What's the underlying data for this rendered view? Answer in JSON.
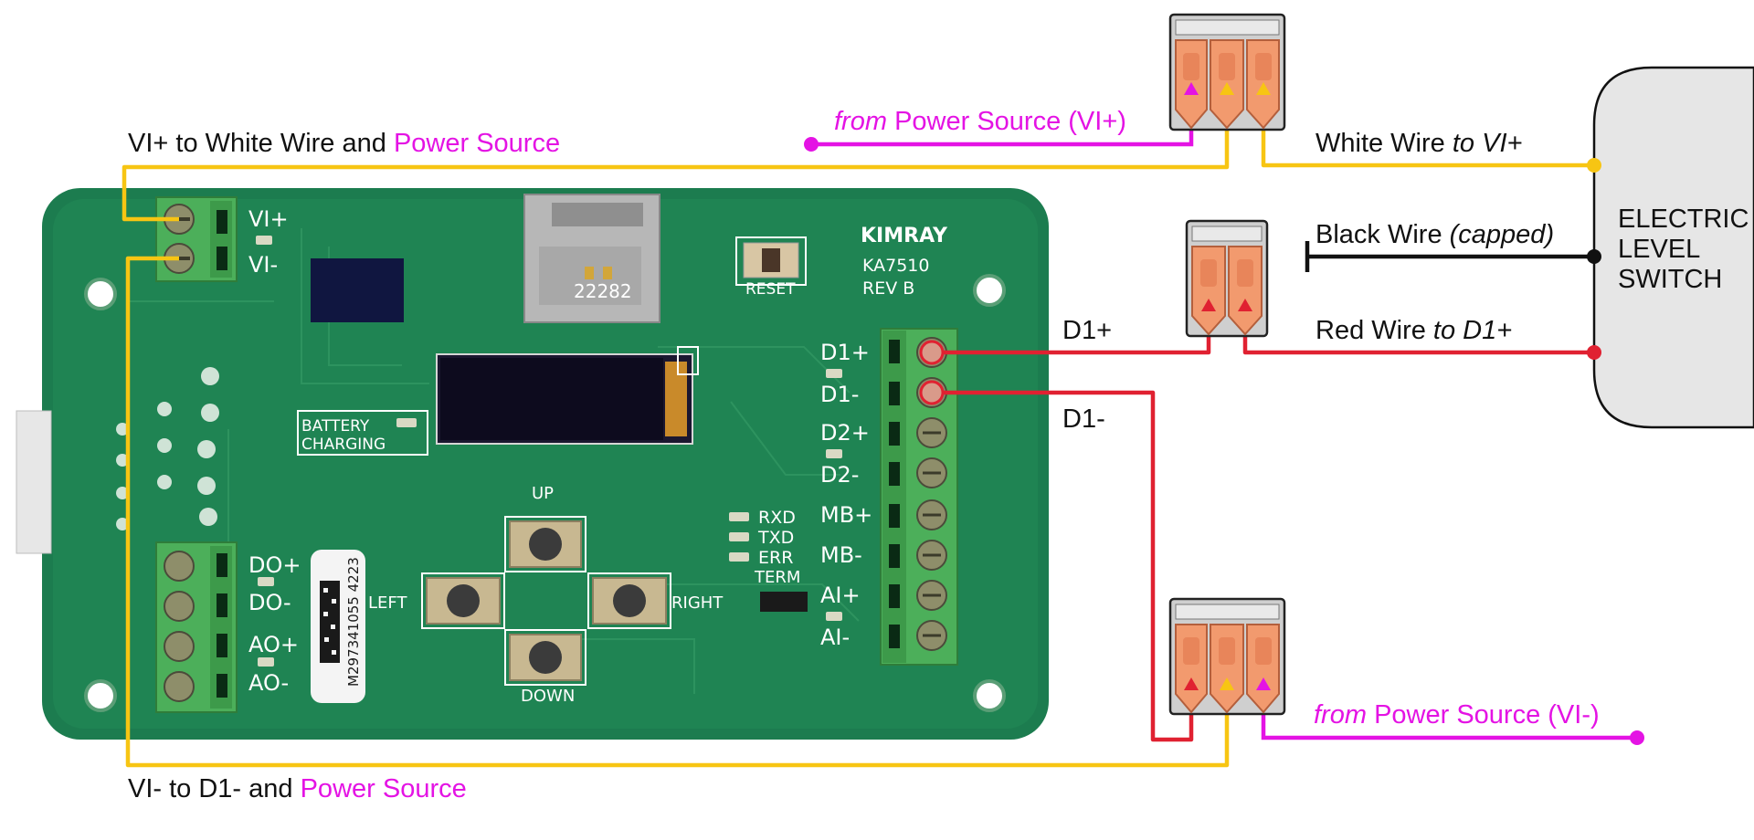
{
  "labels": {
    "vi_plus_label": "VI+ to White Wire and",
    "vi_plus_power": "Power Source",
    "vi_minus_label": "VI- to D1- and",
    "vi_minus_power": "Power Source",
    "from_top": "from",
    "power_source_vi_plus": "Power Source (VI+)",
    "from_bottom": "from",
    "power_source_vi_minus": "Power Source (VI-)",
    "white_wire": "White Wire",
    "white_wire_to": "to VI+",
    "black_wire": "Black Wire",
    "black_wire_note": "(capped)",
    "red_wire": "Red Wire",
    "red_wire_to": "to D1+",
    "d1_plus": "D1+",
    "d1_minus": "D1-"
  },
  "device": {
    "switch_line1": "ELECTRIC",
    "switch_line2": "LEVEL",
    "switch_line3": "SWITCH"
  },
  "board": {
    "brand": "KIMRAY",
    "model": "KA7510",
    "rev": "REV B",
    "reset": "RESET",
    "battery": "BATTERY",
    "charging": "CHARGING",
    "vi_plus": "VI+",
    "vi_minus": "VI-",
    "do_plus": "DO+",
    "do_minus": "DO-",
    "ao_plus": "AO+",
    "ao_minus": "AO-",
    "d1_plus": "D1+",
    "d1_minus": "D1-",
    "d2_plus": "D2+",
    "d2_minus": "D2-",
    "mb_plus": "MB+",
    "mb_minus": "MB-",
    "ai_plus": "AI+",
    "ai_minus": "AI-",
    "rxd": "RXD",
    "txd": "TXD",
    "err": "ERR",
    "term": "TERM",
    "up": "UP",
    "down": "DOWN",
    "left": "LEFT",
    "right": "RIGHT",
    "sd_code": "22282",
    "serial": "M297341055 4223"
  },
  "colors": {
    "yellow_wire": "#f7c513",
    "red_wire": "#e02131",
    "magenta_wire": "#e413e4",
    "black_wire": "#111111",
    "pcb_green": "#1c7c4f",
    "terminal_green": "#4caf5a",
    "connector_orange": "#f29a6e",
    "switch_fill": "#e6e6e6"
  }
}
